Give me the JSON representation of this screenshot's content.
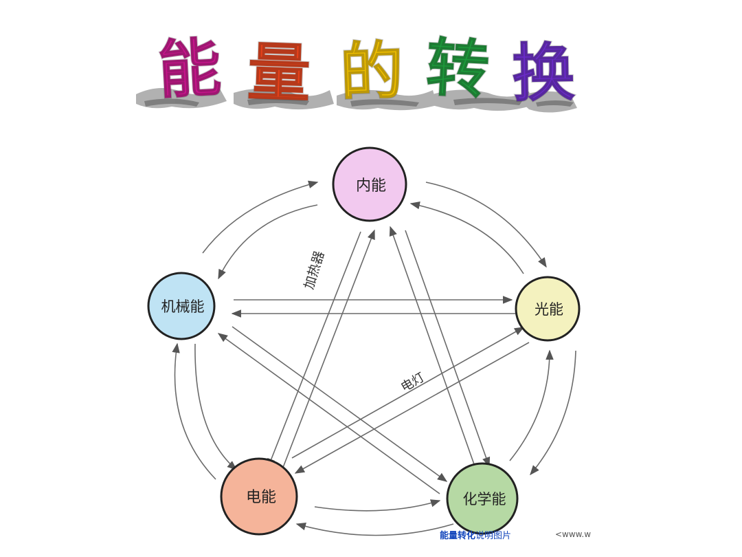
{
  "title": {
    "chars": [
      {
        "text": "能",
        "color": "#c8148c"
      },
      {
        "text": "量",
        "color": "#e8421a"
      },
      {
        "text": "的",
        "color": "#f0c000"
      },
      {
        "text": "转",
        "color": "#1c9a3a"
      },
      {
        "text": "换",
        "color": "#6a2bc8"
      }
    ],
    "shadow_color": "#9a9a9a"
  },
  "nodes": {
    "internal": {
      "label": "内能",
      "color": "#f2c9ef"
    },
    "mechanical": {
      "label": "机械能",
      "color": "#bfe3f4"
    },
    "light": {
      "label": "光能",
      "color": "#f4f2bf"
    },
    "electric": {
      "label": "电能",
      "color": "#f5b49a"
    },
    "chemical": {
      "label": "化学能",
      "color": "#b6d9a4"
    }
  },
  "edge_labels": {
    "heater": "加热器",
    "lamp": "电灯"
  },
  "caption": {
    "link": "能量转化",
    "rest": "说明图片",
    "url": "<www.w"
  }
}
